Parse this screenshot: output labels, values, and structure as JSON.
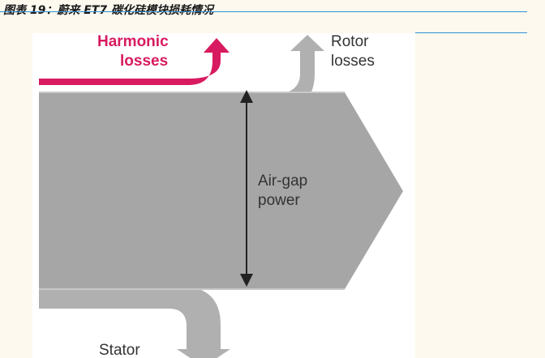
{
  "caption": "图表 19：蔚来 ET7 碳化硅模块损耗情况",
  "colors": {
    "accent_rule": "#2f8fd4",
    "harmonic": "#d81b60",
    "flow_gray": "#b0b0b0",
    "body_gray": "#a6a6a6",
    "text_dark": "#333333"
  },
  "labels": {
    "harmonic": [
      "Harmonic",
      "losses"
    ],
    "rotor": [
      "Rotor",
      "losses"
    ],
    "airgap": [
      "Air-gap",
      "power"
    ],
    "stator": [
      "Stator"
    ]
  }
}
